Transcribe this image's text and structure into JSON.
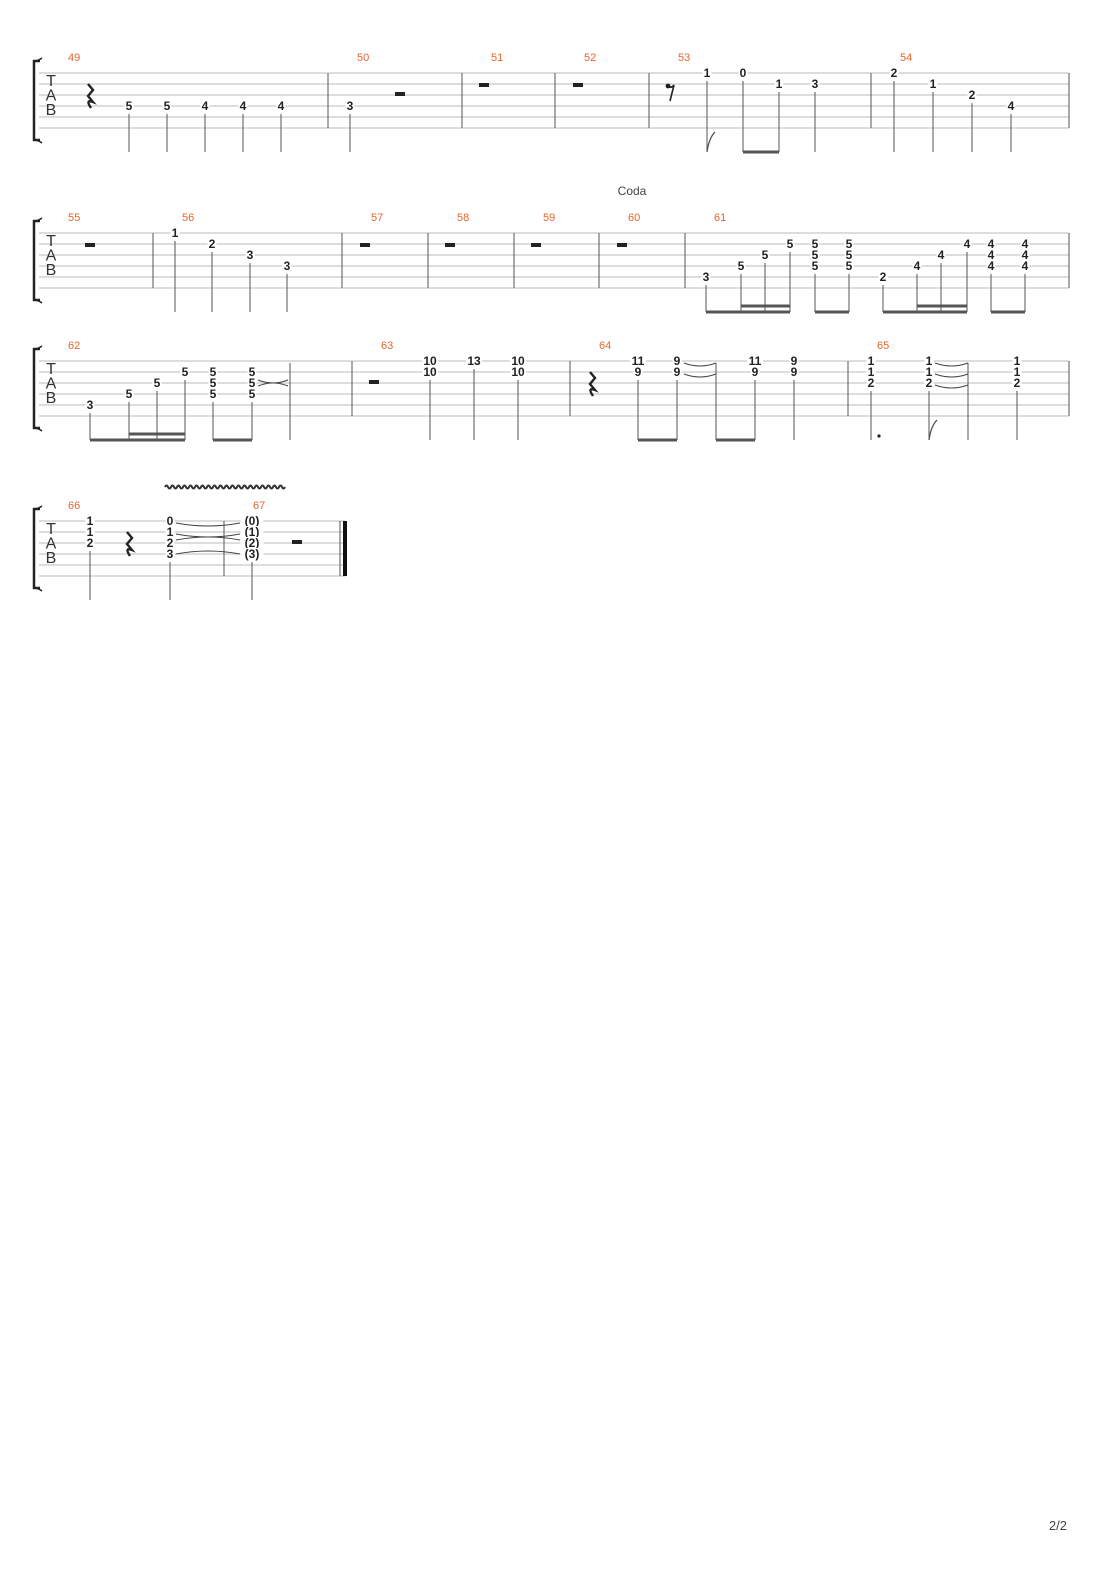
{
  "instrument_label": "TAB",
  "tab_letters": [
    "T",
    "A",
    "B"
  ],
  "section_label": "Coda",
  "page_number": "2/2",
  "colors": {
    "bar_number": "#e8642c",
    "staff_line": "#bbbbbb",
    "notes": "#222222"
  },
  "systems": [
    {
      "bars": [
        {
          "number": "49",
          "events": [
            {
              "rest": "quarter"
            },
            {
              "notes": [
                {
                  "string": 4,
                  "fret": "5"
                }
              ]
            },
            {
              "notes": [
                {
                  "string": 4,
                  "fret": "5"
                }
              ]
            },
            {
              "notes": [
                {
                  "string": 4,
                  "fret": "4"
                }
              ]
            },
            {
              "notes": [
                {
                  "string": 4,
                  "fret": "4"
                }
              ]
            },
            {
              "notes": [
                {
                  "string": 4,
                  "fret": "4"
                }
              ]
            }
          ]
        },
        {
          "number": "50",
          "events": [
            {
              "notes": [
                {
                  "string": 4,
                  "fret": "3"
                }
              ]
            },
            {
              "rest": "half"
            }
          ]
        },
        {
          "number": "51",
          "events": [
            {
              "rest": "whole"
            }
          ]
        },
        {
          "number": "52",
          "events": [
            {
              "rest": "whole"
            }
          ]
        },
        {
          "number": "53",
          "events": [
            {
              "rest": "eighth"
            },
            {
              "notes": [
                {
                  "string": 1,
                  "fret": "1"
                }
              ]
            },
            {
              "notes": [
                {
                  "string": 1,
                  "fret": "0"
                }
              ]
            },
            {
              "notes": [
                {
                  "string": 2,
                  "fret": "1"
                }
              ]
            },
            {
              "notes": [
                {
                  "string": 2,
                  "fret": "3"
                }
              ]
            }
          ]
        },
        {
          "number": "54",
          "events": [
            {
              "notes": [
                {
                  "string": 1,
                  "fret": "2"
                }
              ]
            },
            {
              "notes": [
                {
                  "string": 2,
                  "fret": "1"
                }
              ]
            },
            {
              "notes": [
                {
                  "string": 3,
                  "fret": "2"
                }
              ]
            },
            {
              "notes": [
                {
                  "string": 4,
                  "fret": "4"
                }
              ]
            }
          ]
        }
      ]
    },
    {
      "bars": [
        {
          "number": "55",
          "events": [
            {
              "rest": "whole"
            }
          ]
        },
        {
          "number": "56",
          "events": [
            {
              "notes": [
                {
                  "string": 1,
                  "fret": "1"
                }
              ]
            },
            {
              "notes": [
                {
                  "string": 2,
                  "fret": "2"
                }
              ]
            },
            {
              "notes": [
                {
                  "string": 3,
                  "fret": "3"
                }
              ]
            },
            {
              "notes": [
                {
                  "string": 4,
                  "fret": "3"
                }
              ]
            }
          ]
        },
        {
          "number": "57",
          "events": [
            {
              "rest": "whole"
            }
          ]
        },
        {
          "number": "58",
          "events": [
            {
              "rest": "whole"
            }
          ]
        },
        {
          "number": "59",
          "events": [
            {
              "rest": "whole"
            }
          ]
        },
        {
          "number": "60",
          "events": [
            {
              "rest": "whole"
            }
          ]
        },
        {
          "number": "61",
          "events": [
            {
              "notes": [
                {
                  "string": 5,
                  "fret": "3"
                }
              ]
            },
            {
              "notes": [
                {
                  "string": 4,
                  "fret": "5"
                }
              ]
            },
            {
              "notes": [
                {
                  "string": 3,
                  "fret": "5"
                }
              ]
            },
            {
              "notes": [
                {
                  "string": 2,
                  "fret": "5"
                }
              ]
            },
            {
              "notes": [
                {
                  "string": 2,
                  "fret": "5"
                },
                {
                  "string": 3,
                  "fret": "5"
                },
                {
                  "string": 4,
                  "fret": "5"
                }
              ]
            },
            {
              "notes": [
                {
                  "string": 2,
                  "fret": "5"
                },
                {
                  "string": 3,
                  "fret": "5"
                },
                {
                  "string": 4,
                  "fret": "5"
                }
              ]
            },
            {
              "notes": [
                {
                  "string": 5,
                  "fret": "2"
                }
              ]
            },
            {
              "notes": [
                {
                  "string": 4,
                  "fret": "4"
                }
              ]
            },
            {
              "notes": [
                {
                  "string": 3,
                  "fret": "4"
                }
              ]
            },
            {
              "notes": [
                {
                  "string": 2,
                  "fret": "4"
                }
              ]
            },
            {
              "notes": [
                {
                  "string": 2,
                  "fret": "4"
                },
                {
                  "string": 3,
                  "fret": "4"
                },
                {
                  "string": 4,
                  "fret": "4"
                }
              ]
            },
            {
              "notes": [
                {
                  "string": 2,
                  "fret": "4"
                },
                {
                  "string": 3,
                  "fret": "4"
                },
                {
                  "string": 4,
                  "fret": "4"
                }
              ]
            }
          ]
        }
      ]
    },
    {
      "bars": [
        {
          "number": "62",
          "events": [
            {
              "notes": [
                {
                  "string": 5,
                  "fret": "3"
                }
              ]
            },
            {
              "notes": [
                {
                  "string": 4,
                  "fret": "5"
                }
              ]
            },
            {
              "notes": [
                {
                  "string": 3,
                  "fret": "5"
                }
              ]
            },
            {
              "notes": [
                {
                  "string": 2,
                  "fret": "5"
                }
              ]
            },
            {
              "notes": [
                {
                  "string": 2,
                  "fret": "5"
                },
                {
                  "string": 3,
                  "fret": "5"
                },
                {
                  "string": 4,
                  "fret": "5"
                }
              ]
            },
            {
              "notes": [
                {
                  "string": 2,
                  "fret": "5"
                },
                {
                  "string": 3,
                  "fret": "5"
                },
                {
                  "string": 4,
                  "fret": "5"
                }
              ]
            },
            {
              "notes": []
            }
          ]
        },
        {
          "number": "63",
          "events": [
            {
              "rest": "half"
            },
            {
              "notes": [
                {
                  "string": 1,
                  "fret": "10"
                },
                {
                  "string": 2,
                  "fret": "10"
                }
              ]
            },
            {
              "notes": [
                {
                  "string": 1,
                  "fret": "13"
                }
              ]
            },
            {
              "notes": [
                {
                  "string": 1,
                  "fret": "10"
                },
                {
                  "string": 2,
                  "fret": "10"
                }
              ]
            }
          ]
        },
        {
          "number": "64",
          "events": [
            {
              "rest": "quarter"
            },
            {
              "notes": [
                {
                  "string": 1,
                  "fret": "11"
                },
                {
                  "string": 2,
                  "fret": "9"
                }
              ]
            },
            {
              "notes": [
                {
                  "string": 1,
                  "fret": "9"
                },
                {
                  "string": 2,
                  "fret": "9"
                }
              ]
            },
            {
              "notes": []
            },
            {
              "notes": [
                {
                  "string": 1,
                  "fret": "11"
                },
                {
                  "string": 2,
                  "fret": "9"
                }
              ]
            },
            {
              "notes": [
                {
                  "string": 1,
                  "fret": "9"
                },
                {
                  "string": 2,
                  "fret": "9"
                }
              ]
            }
          ]
        },
        {
          "number": "65",
          "events": [
            {
              "notes": [
                {
                  "string": 1,
                  "fret": "1"
                },
                {
                  "string": 2,
                  "fret": "1"
                },
                {
                  "string": 3,
                  "fret": "2"
                }
              ]
            },
            {
              "notes": [
                {
                  "string": 1,
                  "fret": "1"
                },
                {
                  "string": 2,
                  "fret": "1"
                },
                {
                  "string": 3,
                  "fret": "2"
                }
              ]
            },
            {
              "notes": []
            },
            {
              "notes": [
                {
                  "string": 1,
                  "fret": "1"
                },
                {
                  "string": 2,
                  "fret": "1"
                },
                {
                  "string": 3,
                  "fret": "2"
                }
              ]
            }
          ]
        }
      ]
    },
    {
      "bars": [
        {
          "number": "66",
          "events": [
            {
              "notes": [
                {
                  "string": 1,
                  "fret": "1"
                },
                {
                  "string": 2,
                  "fret": "1"
                },
                {
                  "string": 3,
                  "fret": "2"
                }
              ]
            },
            {
              "rest": "quarter"
            },
            {
              "notes": [
                {
                  "string": 1,
                  "fret": "0"
                },
                {
                  "string": 2,
                  "fret": "1"
                },
                {
                  "string": 3,
                  "fret": "2"
                },
                {
                  "string": 4,
                  "fret": "3"
                }
              ]
            }
          ]
        },
        {
          "number": "67",
          "events": [
            {
              "notes": [
                {
                  "string": 1,
                  "fret": "(0)"
                },
                {
                  "string": 2,
                  "fret": "(1)"
                },
                {
                  "string": 3,
                  "fret": "(2)"
                },
                {
                  "string": 4,
                  "fret": "(3)"
                }
              ]
            },
            {
              "rest": "half"
            }
          ]
        }
      ]
    }
  ]
}
